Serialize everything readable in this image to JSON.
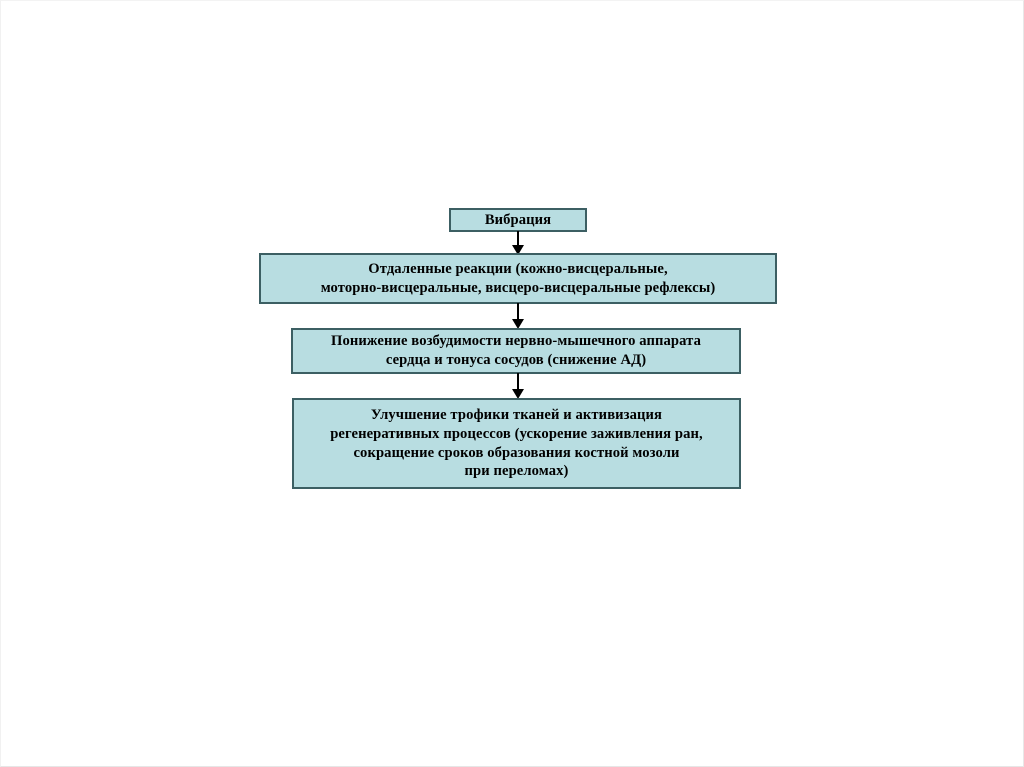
{
  "slide": {
    "background_color": "#ffffff",
    "node_fill_color": "#b8dde1",
    "node_border_color": "#3c5f63",
    "text_color": "#000000",
    "connector_color": "#000000",
    "title": "Вибрация"
  },
  "diagram": {
    "type": "flowchart",
    "orientation": "top-to-bottom",
    "nodes": [
      {
        "id": "vibration",
        "label": "Вибрация"
      },
      {
        "id": "remote-reactions",
        "label": "Отдаленные реакции (кожно-висцеральные,\nмоторно-висцеральные, висцеро-висцеральные рефлексы)"
      },
      {
        "id": "excitability",
        "label": "Понижение возбудимости нервно-мышечного аппарата\nсердца и тонуса сосудов (снижение АД)"
      },
      {
        "id": "trophic",
        "label": "Улучшение трофики тканей и активизация\nрегенеративных процессов (ускорение заживления ран,\nсокращение сроков образования костной мозоли\nпри переломах)"
      }
    ],
    "connectors": [
      {
        "id": "arrow-1",
        "from": "vibration",
        "to": "remote-reactions",
        "style": "solid-arrow-down"
      },
      {
        "id": "arrow-2",
        "from": "remote-reactions",
        "to": "excitability",
        "style": "solid-arrow-down"
      },
      {
        "id": "arrow-3",
        "from": "excitability",
        "to": "trophic",
        "style": "solid-arrow-down"
      }
    ]
  }
}
